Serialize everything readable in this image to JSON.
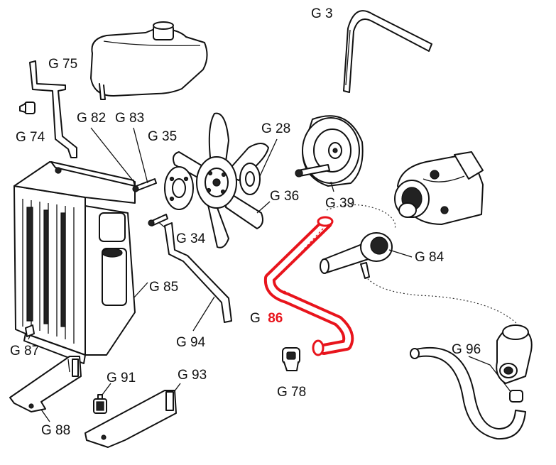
{
  "highlight_color": "#e8141c",
  "labels": {
    "g3": "G 3",
    "g75": "G 75",
    "g74": "G 74",
    "g82": "G 82",
    "g83": "G 83",
    "g35": "G 35",
    "g28": "G 28",
    "g39": "G 39",
    "g36": "G 36",
    "g34": "G 34",
    "g84": "G 84",
    "g85": "G 85",
    "g86_prefix": "G",
    "g86_number": "86",
    "g87": "G 87",
    "g94": "G 94",
    "g78": "G 78",
    "g96": "G 96",
    "g91": "G 91",
    "g93": "G 93",
    "g88": "G 88"
  }
}
